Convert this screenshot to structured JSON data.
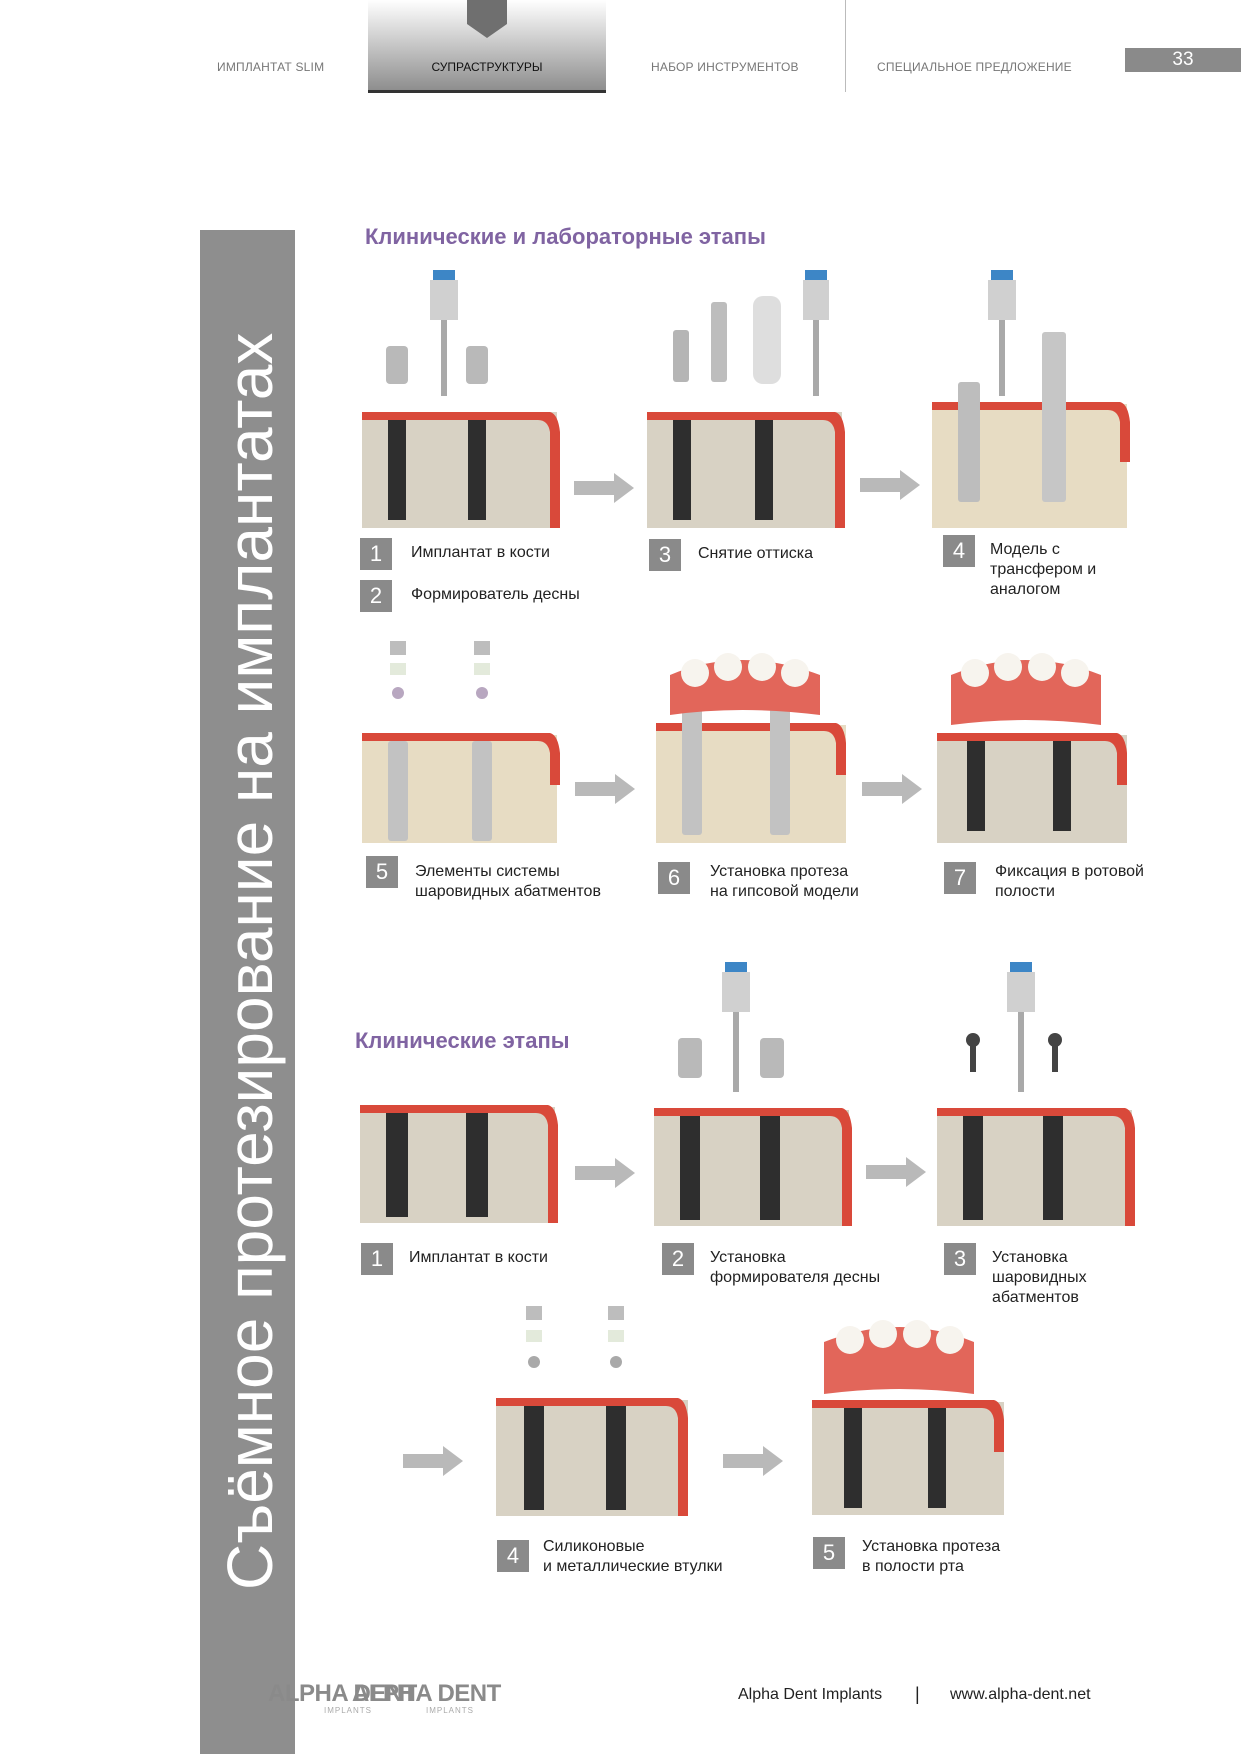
{
  "nav": {
    "tabs": [
      "ИМПЛАНТАТ SLIM",
      "СУПРАСТРУКТУРЫ",
      "НАБОР ИНСТРУМЕНТОВ",
      "СПЕЦИАЛЬНОЕ ПРЕДЛОЖЕНИЕ"
    ],
    "active_tab": "СУПРАСТРУКТУРЫ",
    "page_number": "33"
  },
  "sidebar_title": "Съёмное протезирование на имплантатах",
  "section1": {
    "title": "Клинические и лабораторные этапы",
    "steps": [
      {
        "num": "1",
        "text": "Имплантат в кости"
      },
      {
        "num": "2",
        "text": "Формирователь десны"
      },
      {
        "num": "3",
        "text": "Снятие оттиска"
      },
      {
        "num": "4",
        "text": "Модель с\nтрансфером и\nаналогом"
      },
      {
        "num": "5",
        "text": "Элементы системы\nшаровидных абатментов"
      },
      {
        "num": "6",
        "text": "Установка протеза\nна гипсовой модели"
      },
      {
        "num": "7",
        "text": "Фиксация в ротовой\nполости"
      }
    ]
  },
  "section2": {
    "title": "Клинические этапы",
    "steps": [
      {
        "num": "1",
        "text": "Имплантат в кости"
      },
      {
        "num": "2",
        "text": "Установка\nформирователя десны"
      },
      {
        "num": "3",
        "text": "Установка\nшаровидных\nабатментов"
      },
      {
        "num": "4",
        "text": "Силиконовые\nи металлические втулки"
      },
      {
        "num": "5",
        "text": "Установка протеза\nв полости рта"
      }
    ]
  },
  "footer": {
    "logo": "ALPHA DENT",
    "logo_sub": "IMPLANTS",
    "brand": "Alpha Dent Implants",
    "separator": "|",
    "url": "www.alpha-dent.net"
  },
  "colors": {
    "heading": "#8064a2",
    "badge": "#8a8a8a",
    "sidebar": "#8e8e8e",
    "gum": "#d9493a",
    "bone": "#d8d2c4",
    "plaster": "#e7dcc3",
    "implant": "#2e2e2e"
  },
  "icons": [
    "screwdriver-icon",
    "healing-cap-icon",
    "ball-abutment-icon",
    "arrow-right-icon",
    "denture-icon"
  ]
}
